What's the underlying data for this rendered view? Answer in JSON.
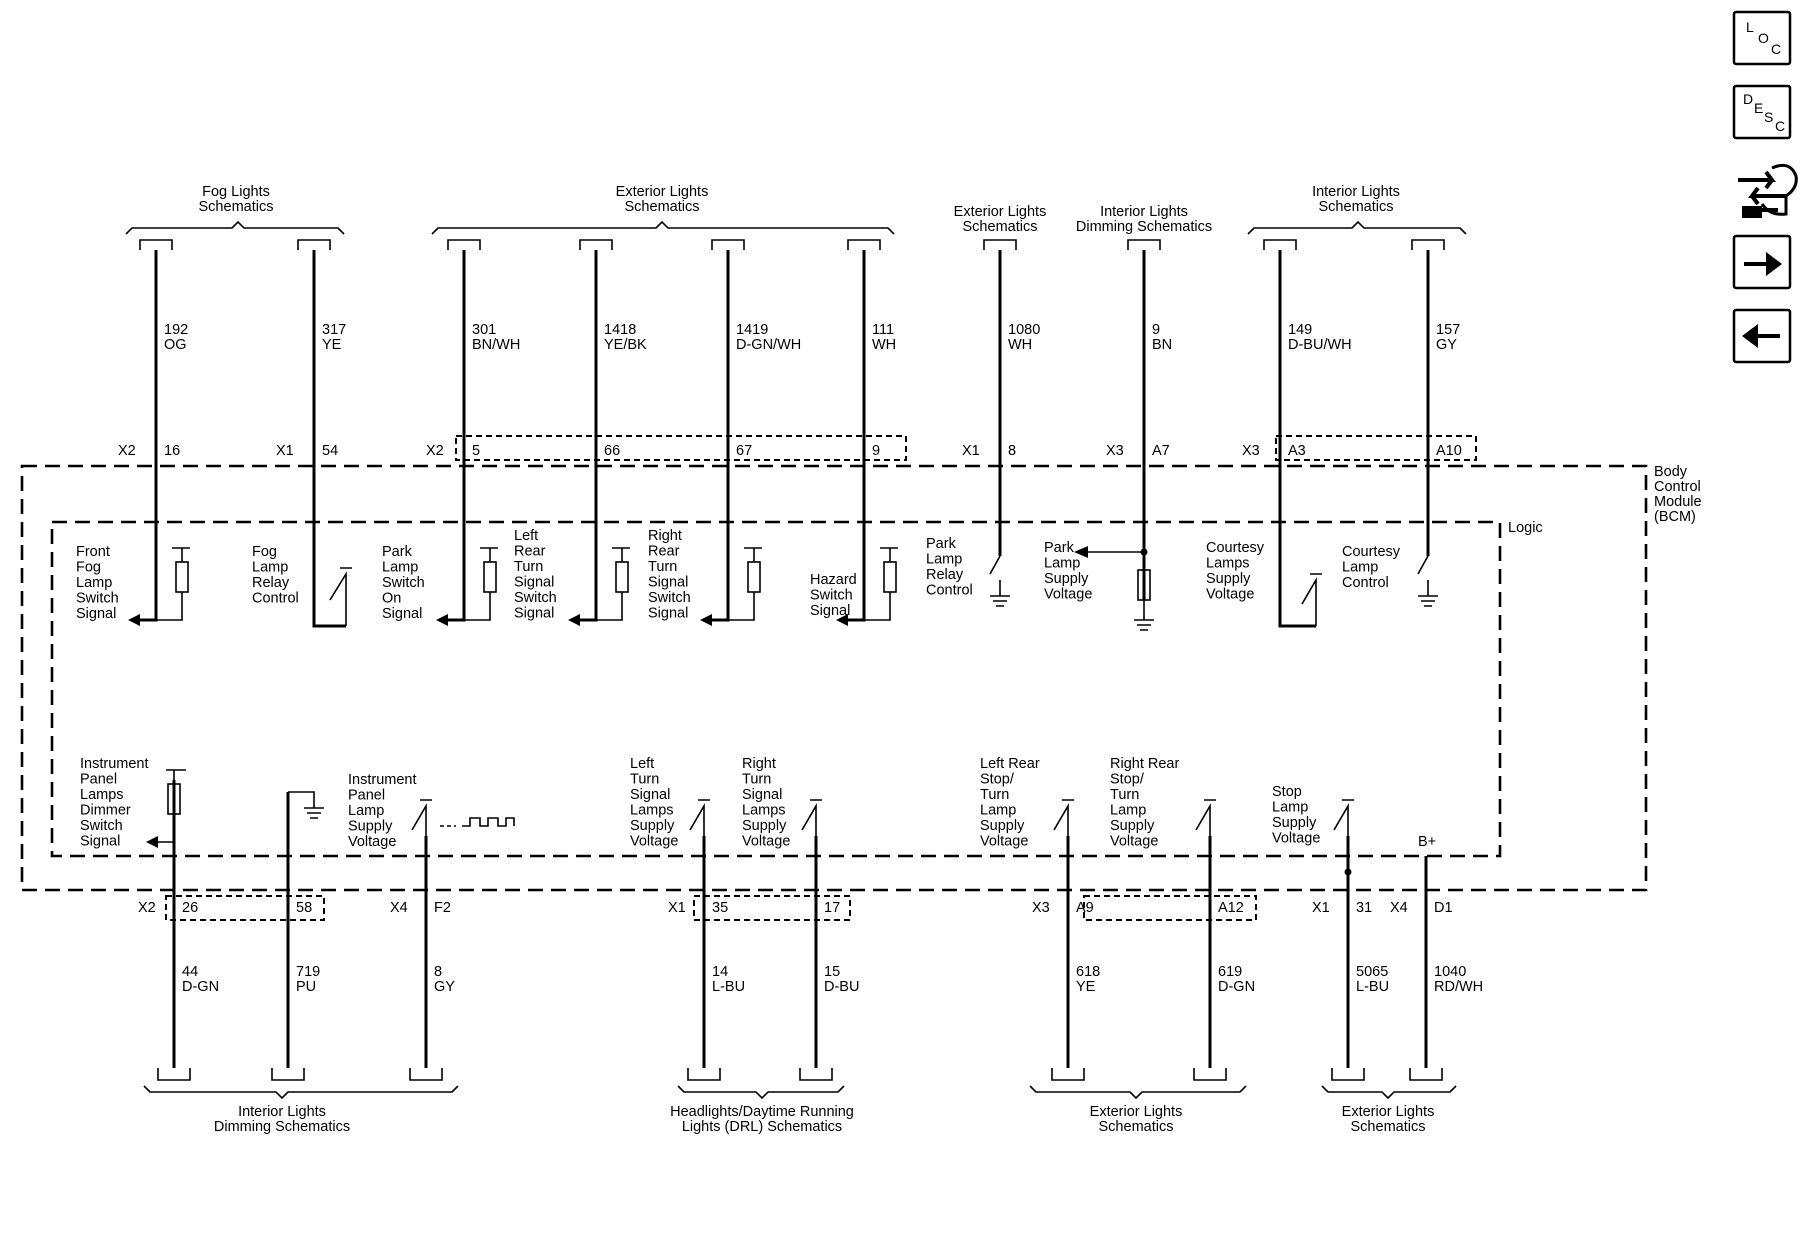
{
  "nav": {
    "loc": [
      "L",
      "O",
      "C"
    ],
    "desc": [
      "D",
      "E",
      "S",
      "C"
    ]
  },
  "module": {
    "name": [
      "Body",
      "Control",
      "Module",
      "(BCM)"
    ],
    "logic": "Logic"
  },
  "top_groups": [
    {
      "label": [
        "Fog Lights",
        "Schematics"
      ]
    },
    {
      "label": [
        "Exterior Lights",
        "Schematics"
      ]
    },
    {
      "label": [
        "Exterior Lights",
        "Schematics"
      ]
    },
    {
      "label": [
        "Interior Lights",
        "Dimming Schematics"
      ]
    },
    {
      "label": [
        "Interior Lights",
        "Schematics"
      ]
    }
  ],
  "top_wires": [
    {
      "circuit": "192",
      "color": "OG",
      "conn": "X2",
      "pin": "16",
      "func": [
        "Front",
        "Fog",
        "Lamp",
        "Switch",
        "Signal"
      ]
    },
    {
      "circuit": "317",
      "color": "YE",
      "conn": "X1",
      "pin": "54",
      "func": [
        "Fog",
        "Lamp",
        "Relay",
        "Control"
      ]
    },
    {
      "circuit": "301",
      "color": "BN/WH",
      "conn": "X2",
      "pin": "5",
      "func": [
        "Park",
        "Lamp",
        "Switch",
        "On",
        "Signal"
      ]
    },
    {
      "circuit": "1418",
      "color": "YE/BK",
      "conn": "",
      "pin": "66",
      "func": [
        "Left",
        "Rear",
        "Turn",
        "Signal",
        "Switch",
        "Signal"
      ]
    },
    {
      "circuit": "1419",
      "color": "D-GN/WH",
      "conn": "",
      "pin": "67",
      "func": [
        "Right",
        "Rear",
        "Turn",
        "Signal",
        "Switch",
        "Signal"
      ]
    },
    {
      "circuit": "111",
      "color": "WH",
      "conn": "",
      "pin": "9",
      "func": [
        "Hazard",
        "Switch",
        "Signal"
      ]
    },
    {
      "circuit": "1080",
      "color": "WH",
      "conn": "X1",
      "pin": "8",
      "func": [
        "Park",
        "Lamp",
        "Relay",
        "Control"
      ]
    },
    {
      "circuit": "9",
      "color": "BN",
      "conn": "X3",
      "pin": "A7",
      "func": [
        "Park",
        "Lamp",
        "Supply",
        "Voltage"
      ]
    },
    {
      "circuit": "149",
      "color": "D-BU/WH",
      "conn": "X3",
      "pin": "A3",
      "func": [
        "Courtesy",
        "Lamps",
        "Supply",
        "Voltage"
      ]
    },
    {
      "circuit": "157",
      "color": "GY",
      "conn": "",
      "pin": "A10",
      "func": [
        "Courtesy",
        "Lamp",
        "Control"
      ]
    }
  ],
  "bottom_wires": [
    {
      "circuit": "44",
      "color": "D-GN",
      "conn": "X2",
      "pin": "26",
      "func": [
        "Instrument",
        "Panel",
        "Lamps",
        "Dimmer",
        "Switch",
        "Signal"
      ]
    },
    {
      "circuit": "719",
      "color": "PU",
      "conn": "",
      "pin": "58",
      "func": []
    },
    {
      "circuit": "8",
      "color": "GY",
      "conn": "X4",
      "pin": "F2",
      "func": [
        "Instrument",
        "Panel",
        "Lamp",
        "Supply",
        "Voltage"
      ]
    },
    {
      "circuit": "14",
      "color": "L-BU",
      "conn": "X1",
      "pin": "35",
      "func": [
        "Left",
        "Turn",
        "Signal",
        "Lamps",
        "Supply",
        "Voltage"
      ]
    },
    {
      "circuit": "15",
      "color": "D-BU",
      "conn": "",
      "pin": "17",
      "func": [
        "Right",
        "Turn",
        "Signal",
        "Lamps",
        "Supply",
        "Voltage"
      ]
    },
    {
      "circuit": "618",
      "color": "YE",
      "conn": "X3",
      "pin": "A9",
      "func": [
        "Left Rear",
        "Stop/",
        "Turn",
        "Lamp",
        "Supply",
        "Voltage"
      ]
    },
    {
      "circuit": "619",
      "color": "D-GN",
      "conn": "",
      "pin": "A12",
      "func": [
        "Right Rear",
        "Stop/",
        "Turn",
        "Lamp",
        "Supply",
        "Voltage"
      ]
    },
    {
      "circuit": "5065",
      "color": "L-BU",
      "conn": "X1",
      "pin": "31",
      "func": [
        "Stop",
        "Lamp",
        "Supply",
        "Voltage"
      ]
    },
    {
      "circuit": "1040",
      "color": "RD/WH",
      "conn": "X4",
      "pin": "D1",
      "func": [
        "B+"
      ]
    }
  ],
  "bottom_groups": [
    {
      "label": [
        "Interior Lights",
        "Dimming Schematics"
      ]
    },
    {
      "label": [
        "Headlights/Daytime Running",
        "Lights (DRL) Schematics"
      ]
    },
    {
      "label": [
        "Exterior Lights",
        "Schematics"
      ]
    },
    {
      "label": [
        "Exterior Lights",
        "Schematics"
      ]
    }
  ]
}
